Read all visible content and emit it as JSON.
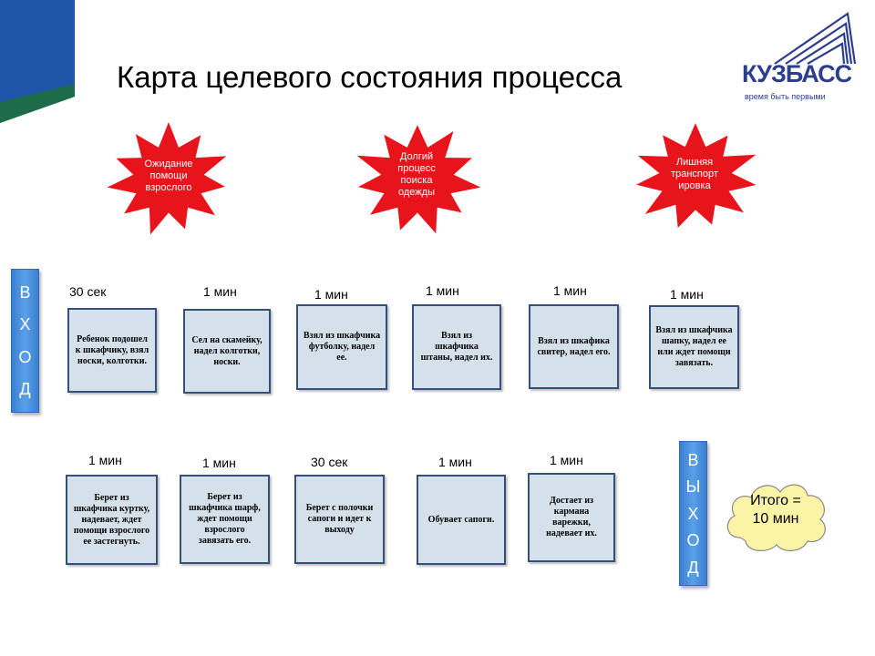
{
  "title": "Карта целевого состояния процесса",
  "logo": {
    "text": "КУЗБАСС",
    "tagline": "время быть первыми",
    "color": "#2c3f8f"
  },
  "problems": [
    {
      "label": "Ожидание помощи взрослого"
    },
    {
      "label": "Долгий процесс поиска одежды"
    },
    {
      "label": "Лишняя транспорт ировка"
    }
  ],
  "entry": {
    "letters": [
      "В",
      "Х",
      "О",
      "Д"
    ]
  },
  "exit": {
    "letters": [
      "В",
      "Ы",
      "Х",
      "О",
      "Д"
    ]
  },
  "row1": [
    {
      "time": "30 сек",
      "text": "Ребенок подошел к шкафчику, взял носки, колготки."
    },
    {
      "time": "1 мин",
      "text": "Сел на скамейку, надел колготки, носки."
    },
    {
      "time": "1 мин",
      "text": "Взял из шкафчика футболку, надел ее."
    },
    {
      "time": "1 мин",
      "text": "Взял из шкафчика штаны, надел их."
    },
    {
      "time": "1 мин",
      "text": "Взял из шкафика свитер, надел его."
    },
    {
      "time": "1 мин",
      "text": "Взял из шкафчика шапку, надел ее или ждет помощи завязать."
    }
  ],
  "row2": [
    {
      "time": "1  мин",
      "text": "Берет из шкафчика куртку, надевает, ждет помощи взрослого ее застегнуть."
    },
    {
      "time": "1 мин",
      "text": "Берет из шкафчика шарф, ждет помощи взрослого завязать его."
    },
    {
      "time": "30 сек",
      "text": "Берет с полочки сапоги и идет к выходу"
    },
    {
      "time": "1 мин",
      "text": "Обувает сапоги."
    },
    {
      "time": "1 мин",
      "text": "Достает из кармана варежки, надевает их."
    }
  ],
  "total": {
    "line1": "Итого =",
    "line2": "10 мин"
  },
  "colors": {
    "star": "#e8141b",
    "step_fill": "#d5e1ea",
    "step_border": "#33517a",
    "vertical_box": "#4a8fd8",
    "cloud": "#fbf3a6",
    "corner_blue": "#1f55a8",
    "corner_green": "#1e6b4a"
  }
}
